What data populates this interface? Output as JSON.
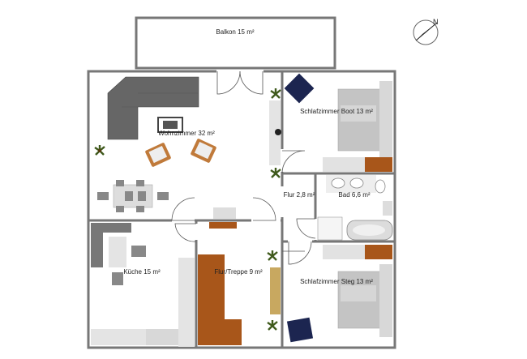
{
  "rooms": {
    "balkon": "Balkon 15 m²",
    "wohnzimmer": "Wohnzimmer 32 m²",
    "schlafzimmer_boot": "Schlafzimmer Boot 13 m²",
    "flur": "Flur 2,8 m²",
    "bad": "Bad 6,6 m²",
    "kueche": "Küche 15 m²",
    "flur_treppe": "Flur/Treppe 9 m²",
    "schlafzimmer_steg": "Schlafzimmer Steg 13 m²"
  },
  "compass": {
    "label": "N",
    "icon": "north-arrow-icon"
  },
  "colors": {
    "wall": "#777777",
    "wall_fill": "#ffffff",
    "sofa": "#666666",
    "wood": "#a8561a",
    "bed": "#bdbdbd",
    "navy_chair": "#1c2550",
    "plant": "#3f5a1c"
  }
}
